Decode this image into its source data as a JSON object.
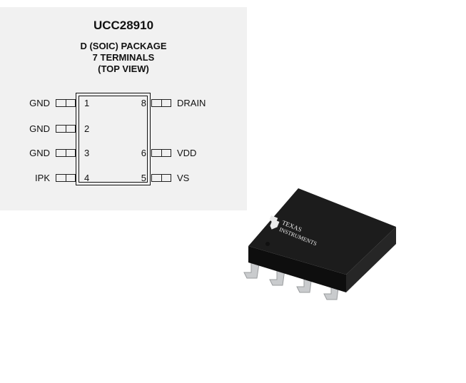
{
  "diagram": {
    "part_number": "UCC28910",
    "package_line1": "D (SOIC) PACKAGE",
    "package_line2": "7 TERMINALS",
    "package_line3": "(TOP VIEW)",
    "left_pins": [
      {
        "number": "1",
        "name": "GND"
      },
      {
        "number": "2",
        "name": "GND"
      },
      {
        "number": "3",
        "name": "GND"
      },
      {
        "number": "4",
        "name": "IPK"
      }
    ],
    "right_pins": [
      {
        "number": "8",
        "name": "DRAIN"
      },
      {
        "number": "6",
        "name": "VDD"
      },
      {
        "number": "5",
        "name": "VS"
      }
    ]
  },
  "chip_photo": {
    "logo_text_line1": "TEXAS",
    "logo_text_line2": "INSTRUMENTS",
    "body_color": "#1c1c1c",
    "lead_color": "#c9cbcd"
  },
  "colors": {
    "panel_background": "#f1f1f1",
    "text": "#111111"
  }
}
